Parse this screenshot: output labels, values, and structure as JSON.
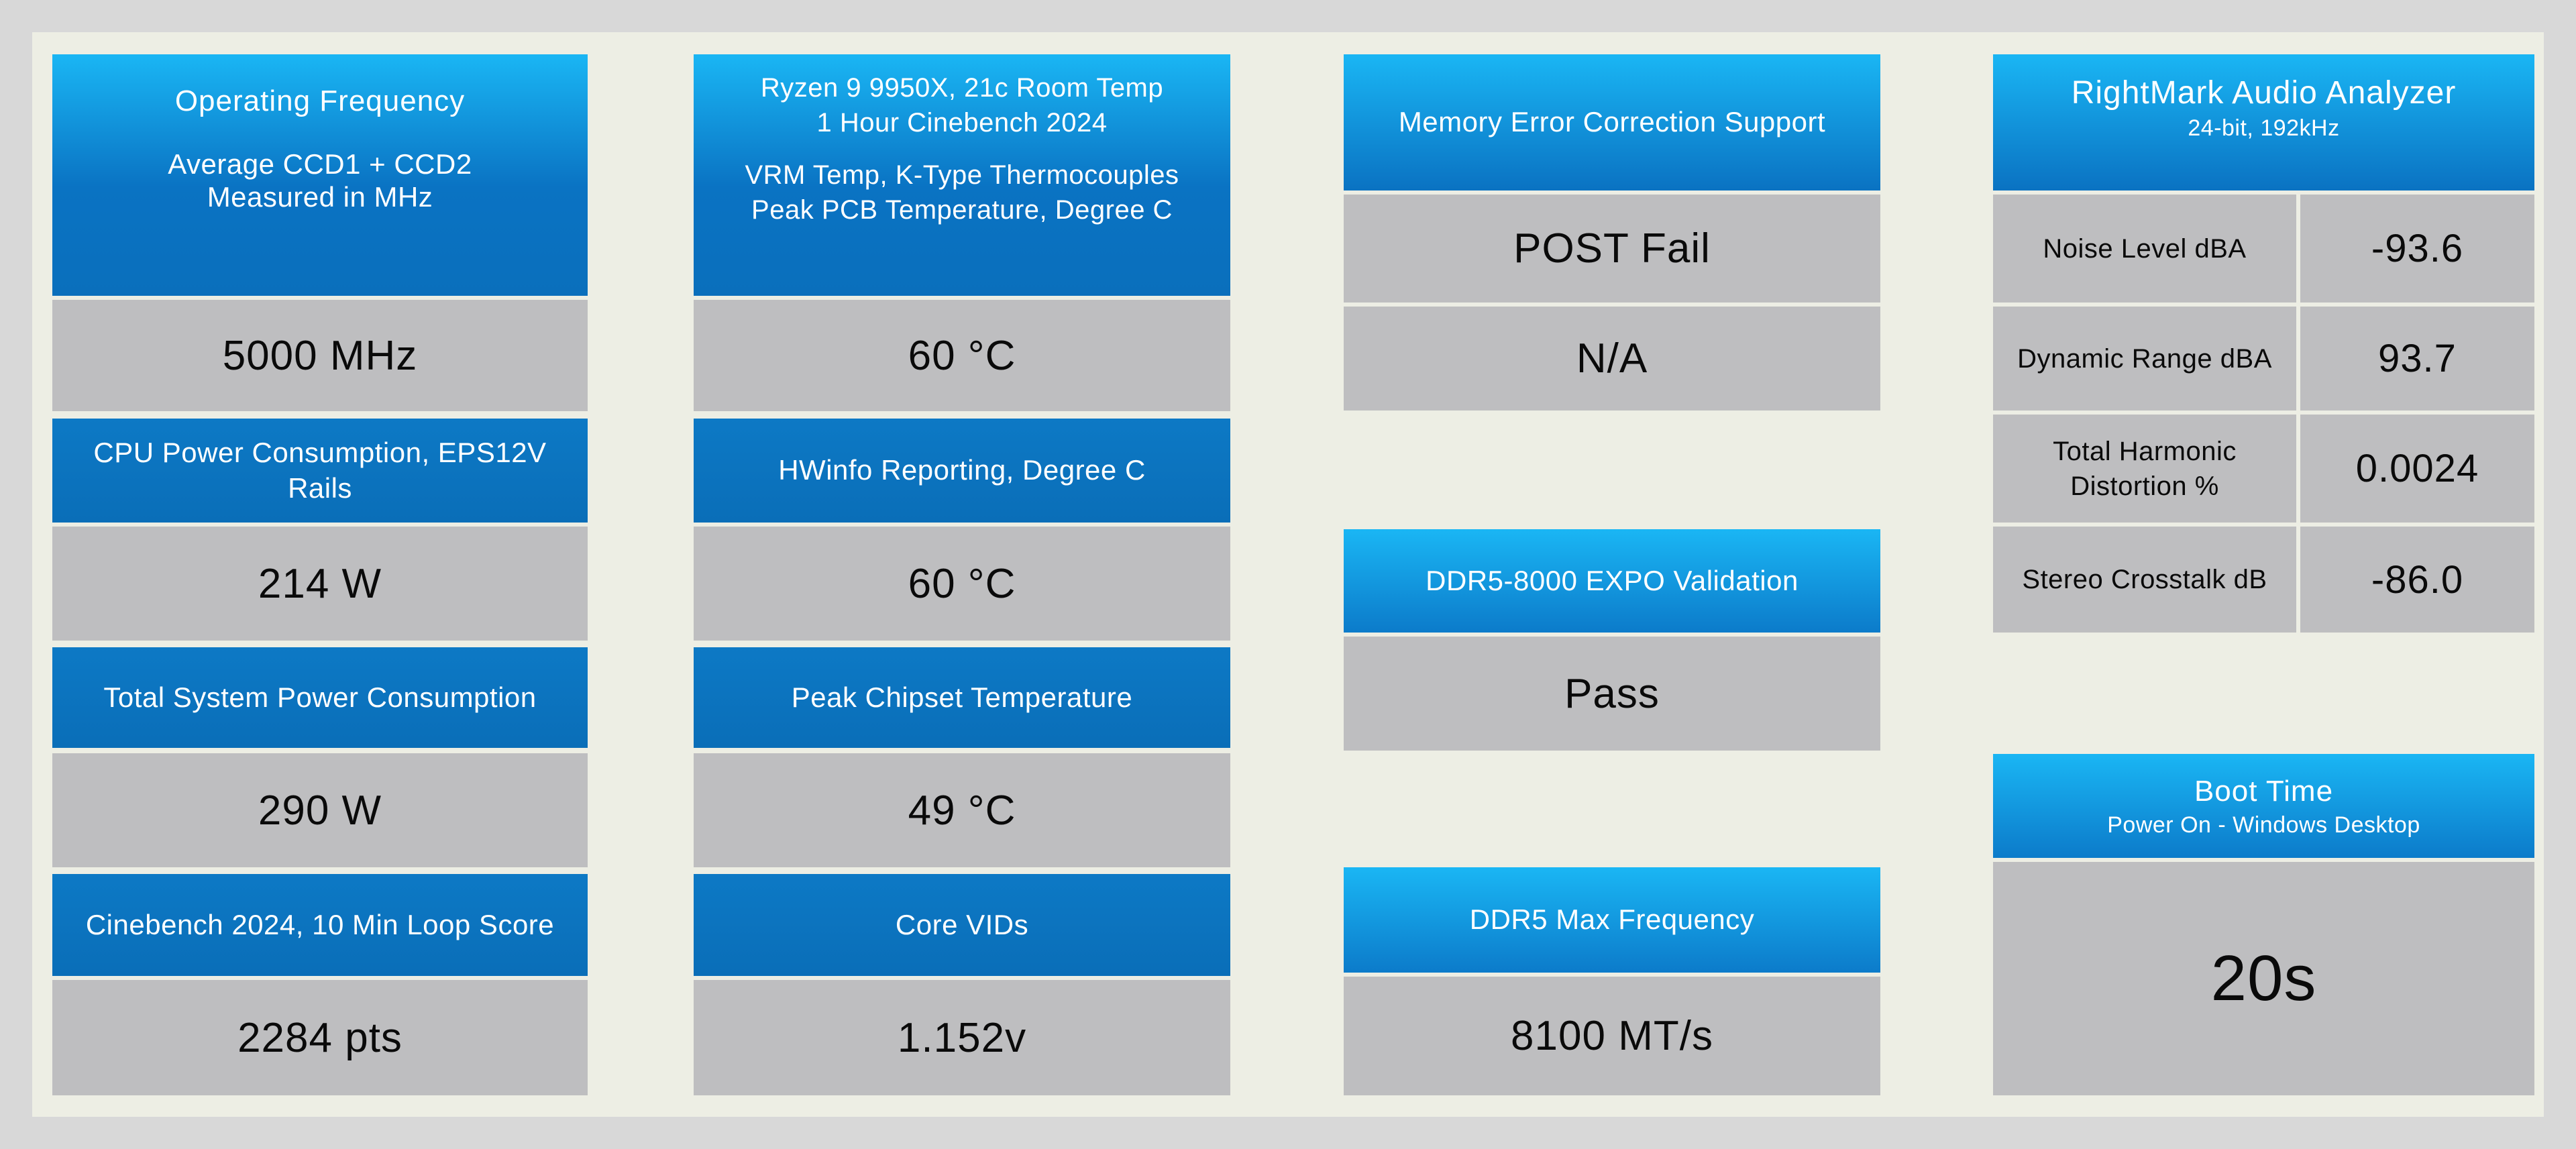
{
  "colors": {
    "page_frame": "#d8d8d8",
    "page_background": "#edeee4",
    "header_gradient_top": "#1ab6f4",
    "header_gradient_bottom": "#0a72c2",
    "label_cell_blue": "#0a70bc",
    "value_cell_gray": "#bebec0",
    "label_text": "#ffffff",
    "value_text": "#0a0a0a"
  },
  "frequency_power_column": {
    "header_title": "Operating Frequency",
    "header_sub_line1": "Average CCD1 + CCD2",
    "header_sub_line2": "Measured in MHz",
    "frequency_value": "5000 MHz",
    "cpu_power_label": "CPU Power Consumption, EPS12V Rails",
    "cpu_power_value": "214 W",
    "system_power_label": "Total System Power Consumption",
    "system_power_value": "290 W",
    "cinebench_label": "Cinebench 2024, 10 Min Loop Score",
    "cinebench_value": "2284 pts"
  },
  "thermal_column": {
    "header_line1": "Ryzen 9 9950X, 21c Room Temp",
    "header_line2": "1 Hour Cinebench 2024",
    "header_line3": "VRM Temp, K-Type Thermocouples",
    "header_line4": "Peak PCB Temperature, Degree C",
    "vrm_temp_value": "60 °C",
    "hwinfo_label": "HWinfo Reporting, Degree C",
    "hwinfo_value": "60 °C",
    "chipset_label": "Peak Chipset Temperature",
    "chipset_value": "49 °C",
    "core_vids_label": "Core VIDs",
    "core_vids_value": "1.152v"
  },
  "memory_column": {
    "ecc_header": "Memory Error Correction Support",
    "ecc_value1": "POST Fail",
    "ecc_value2": "N/A",
    "expo_label": "DDR5-8000 EXPO Validation",
    "expo_value": "Pass",
    "max_freq_label": "DDR5 Max Frequency",
    "max_freq_value": "8100 MT/s"
  },
  "audio_boot_column": {
    "rmaa_title": "RightMark Audio Analyzer",
    "rmaa_subtitle": "24-bit, 192kHz",
    "rows": [
      {
        "label": "Noise Level dBA",
        "value": "-93.6"
      },
      {
        "label": "Dynamic Range dBA",
        "value": "93.7"
      },
      {
        "label": "Total Harmonic Distortion %",
        "value": "0.0024"
      },
      {
        "label": "Stereo Crosstalk dB",
        "value": "-86.0"
      }
    ],
    "boot_title": "Boot Time",
    "boot_subtitle": "Power On - Windows Desktop",
    "boot_value": "20s"
  },
  "chart_data": [
    {
      "type": "table",
      "title": "Operating Frequency — Average CCD1 + CCD2, Measured in MHz",
      "rows": [
        [
          "Operating Frequency, Average CCD1 + CCD2",
          "5000 MHz"
        ],
        [
          "CPU Power Consumption, EPS12V Rails",
          "214 W"
        ],
        [
          "Total System Power Consumption",
          "290 W"
        ],
        [
          "Cinebench 2024, 10 Min Loop Score",
          "2284 pts"
        ]
      ]
    },
    {
      "type": "table",
      "title": "Ryzen 9 9950X, 21c Room Temp, 1 Hour Cinebench 2024",
      "rows": [
        [
          "VRM Temp, K-Type Thermocouples, Peak PCB Temperature, Degree C",
          "60 °C"
        ],
        [
          "HWinfo Reporting, Degree C",
          "60 °C"
        ],
        [
          "Peak Chipset Temperature",
          "49 °C"
        ],
        [
          "Core VIDs",
          "1.152v"
        ]
      ]
    },
    {
      "type": "table",
      "title": "Memory Validation",
      "rows": [
        [
          "Memory Error Correction Support",
          "POST Fail"
        ],
        [
          "Memory Error Correction Support",
          "N/A"
        ],
        [
          "DDR5-8000 EXPO Validation",
          "Pass"
        ],
        [
          "DDR5 Max Frequency",
          "8100 MT/s"
        ]
      ]
    },
    {
      "type": "table",
      "title": "RightMark Audio Analyzer, 24-bit, 192kHz",
      "rows": [
        [
          "Noise Level dBA",
          -93.6
        ],
        [
          "Dynamic Range dBA",
          93.7
        ],
        [
          "Total Harmonic Distortion %",
          0.0024
        ],
        [
          "Stereo Crosstalk dB",
          -86.0
        ],
        [
          "Boot Time, Power On - Windows Desktop",
          "20s"
        ]
      ]
    }
  ]
}
